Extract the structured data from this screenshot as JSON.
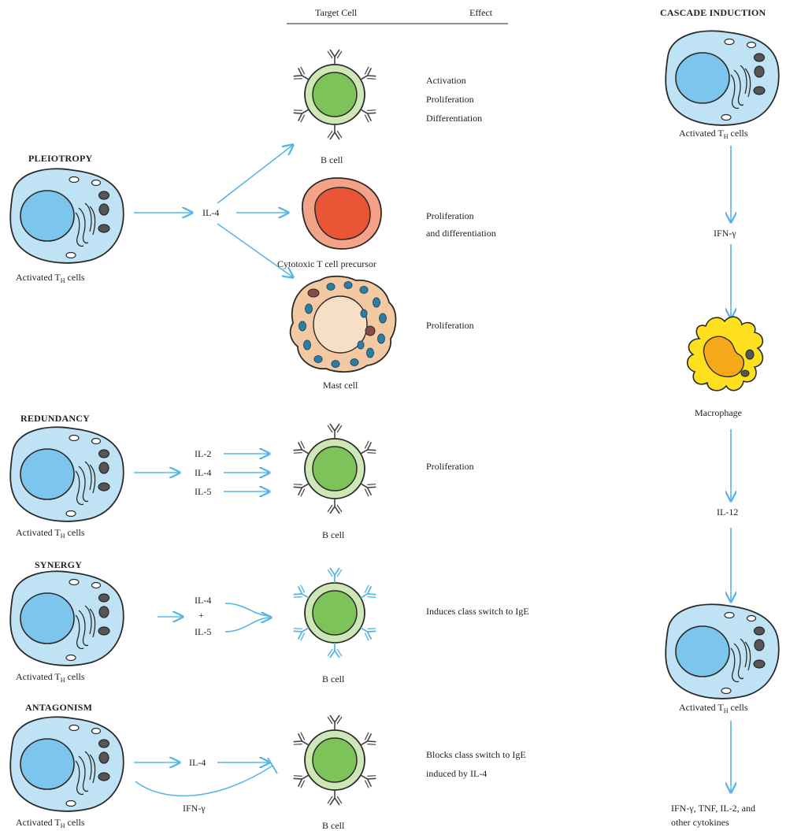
{
  "headers": {
    "target_cell": "Target Cell",
    "effect": "Effect",
    "cascade": "CASCADE INDUCTION"
  },
  "sections": {
    "pleiotropy": "PLEIOTROPY",
    "redundancy": "REDUNDANCY",
    "synergy": "SYNERGY",
    "antagonism": "ANTAGONISM"
  },
  "th_label": {
    "main": "Activated T",
    "sub": "H",
    "tail": " cells"
  },
  "pleiotropy": {
    "cytokine": "IL-4",
    "b_cell": "B cell",
    "b_effects": [
      "Activation",
      "Proliferation",
      "Differentiation"
    ],
    "ct_cell": "Cytotoxic T cell precursor",
    "ct_effects": [
      "Proliferation",
      "and differentiation"
    ],
    "mast_cell": "Mast cell",
    "mast_effect": "Proliferation"
  },
  "redundancy": {
    "cytokines": [
      "IL-2",
      "IL-4",
      "IL-5"
    ],
    "b_cell": "B cell",
    "effect": "Proliferation"
  },
  "synergy": {
    "cytokines": [
      "IL-4",
      "+",
      "IL-5"
    ],
    "b_cell": "B cell",
    "effect": "Induces class switch to IgE"
  },
  "antagonism": {
    "cytokine_top": "IL-4",
    "cytokine_bottom": "IFN-γ",
    "b_cell": "B cell",
    "effects": [
      "Blocks class switch to IgE",
      "induced by IL-4"
    ]
  },
  "cascade": {
    "steps": [
      "IFN-γ",
      "IL-12"
    ],
    "macrophage": "Macrophage",
    "final": [
      "IFN-γ, TNF, IL-2, and",
      "other cytokines"
    ]
  },
  "colors": {
    "arrow": "#58b6e6",
    "th_cell": "#bfe3f5",
    "th_nucleus": "#7cc6ee",
    "b_cell": "#cde8b6",
    "b_nucleus": "#7cc35a",
    "ct_cell": "#f4a288",
    "ct_nucleus": "#ea5535",
    "mast_cell": "#f3c9a4",
    "mast_granule": "#2d7ea3",
    "macrophage": "#ffe01e",
    "macrophage_nucleus": "#f5a81a"
  }
}
